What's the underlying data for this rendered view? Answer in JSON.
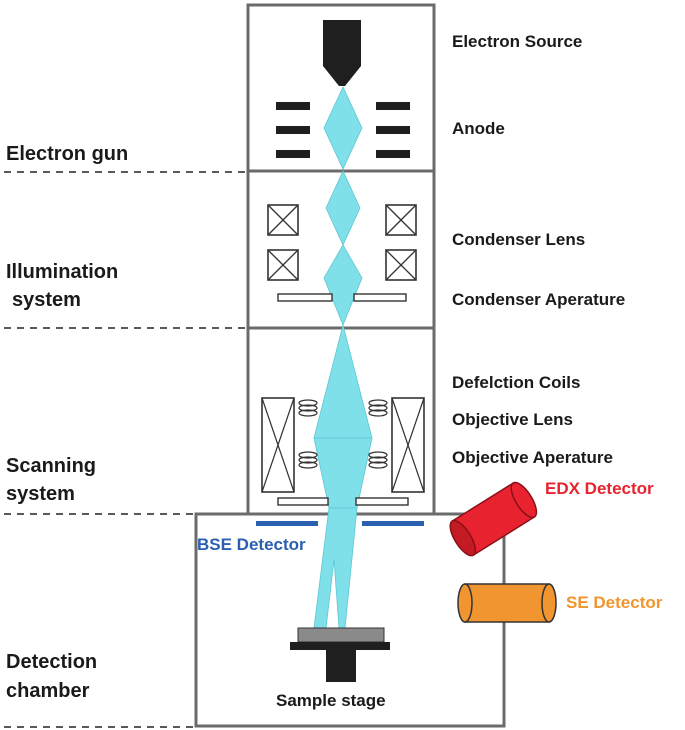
{
  "sections": {
    "electron_gun": "Electron gun",
    "illumination_line1": "Illumination",
    "illumination_line2": "system",
    "scanning_line1": "Scanning",
    "scanning_line2": "system",
    "detection_line1": "Detection",
    "detection_line2": "chamber"
  },
  "components": {
    "electron_source": "Electron Source",
    "anode": "Anode",
    "condenser_lens": "Condenser Lens",
    "condenser_aperture": "Condenser Aperature",
    "deflection_coils": "Defelction Coils",
    "objective_lens": "Objective Lens",
    "objective_aperture": "Objective Aperature",
    "sample_stage": "Sample stage"
  },
  "detectors": {
    "bse": "BSE Detector",
    "edx": "EDX Detector",
    "se": "SE Detector"
  },
  "colors": {
    "beam": "#7fe0ea",
    "bse": "#2b5fb0",
    "edx": "#e8232f",
    "se": "#f0952f",
    "frame": "#6b6b6b"
  }
}
